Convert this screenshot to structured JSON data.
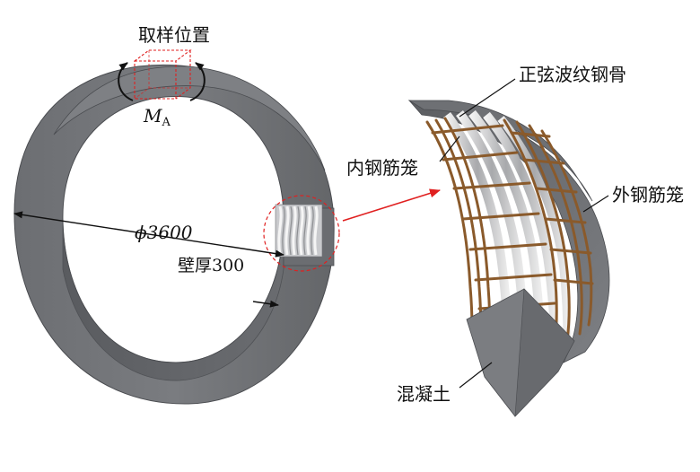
{
  "labels": {
    "sampling_position": "取样位置",
    "moment_symbol": "M",
    "moment_subscript": "A",
    "diameter": "ϕ3600",
    "wall_thickness": "壁厚300",
    "sinusoidal_steel": "正弦波纹钢骨",
    "inner_cage": "内钢筋笼",
    "outer_cage": "外钢筋笼",
    "concrete": "混凝土"
  },
  "colors": {
    "concrete": "#737579",
    "concrete_dark": "#5a5c60",
    "concrete_light": "#8e9094",
    "rebar": "#8a5a2b",
    "steel": "#d9dadc",
    "callout": "#e02020",
    "leader": "#111111"
  },
  "icons": {
    "moment_arrows": "curved-arrow-icon",
    "sample_box": "dashed-cube-icon"
  }
}
